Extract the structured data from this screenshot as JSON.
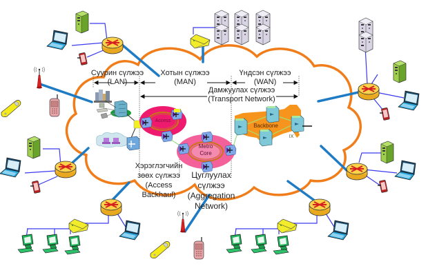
{
  "diagram": {
    "segments": {
      "lan": {
        "line1": "Суурин сүлжээ",
        "line2": "(LAN)"
      },
      "man": {
        "line1": "Хотын сүлжээ",
        "line2": "(MAN)"
      },
      "wan": {
        "line1": "Үндсэн сүлжээ",
        "line2": "(WAN)"
      },
      "transport": {
        "line1": "Дамжуулах  сүлжээ",
        "line2": "(Transport Network)"
      },
      "access_backhaul": {
        "line1": "Хэрэглэгчийн",
        "line2": "зөөх сүлжээ",
        "line3": "(Access",
        "line4": "Backhaul)"
      },
      "aggregation": {
        "line1": "Цуглуулах",
        "line2": "сүлжээ",
        "line3": "(Aggregation",
        "line4": "Network)"
      }
    },
    "rings": {
      "access": "Access",
      "metro": {
        "line1": "Metro",
        "line2": "Core"
      },
      "backbone": "Backbone",
      "ix": "IX"
    },
    "colors": {
      "cloud_outline": "#f07d1a",
      "uplink": "#1f7cc4",
      "lan_link": "#3a3aee",
      "access_ring": "#ee1a6e",
      "metro_ring": "#f4609a",
      "backbone_map": "#f7941d",
      "router": "#f9c93a",
      "router_arrow": "#e02020",
      "server_green": "#8dc63f",
      "laptop_blue": "#2aa5dc",
      "pc_green": "#20b35a",
      "switch_yellow": "#f2ec2a",
      "phone_pink": "#e8a3a6",
      "phone_yellow": "#f5ea1c",
      "antenna_red": "#e02020"
    }
  }
}
